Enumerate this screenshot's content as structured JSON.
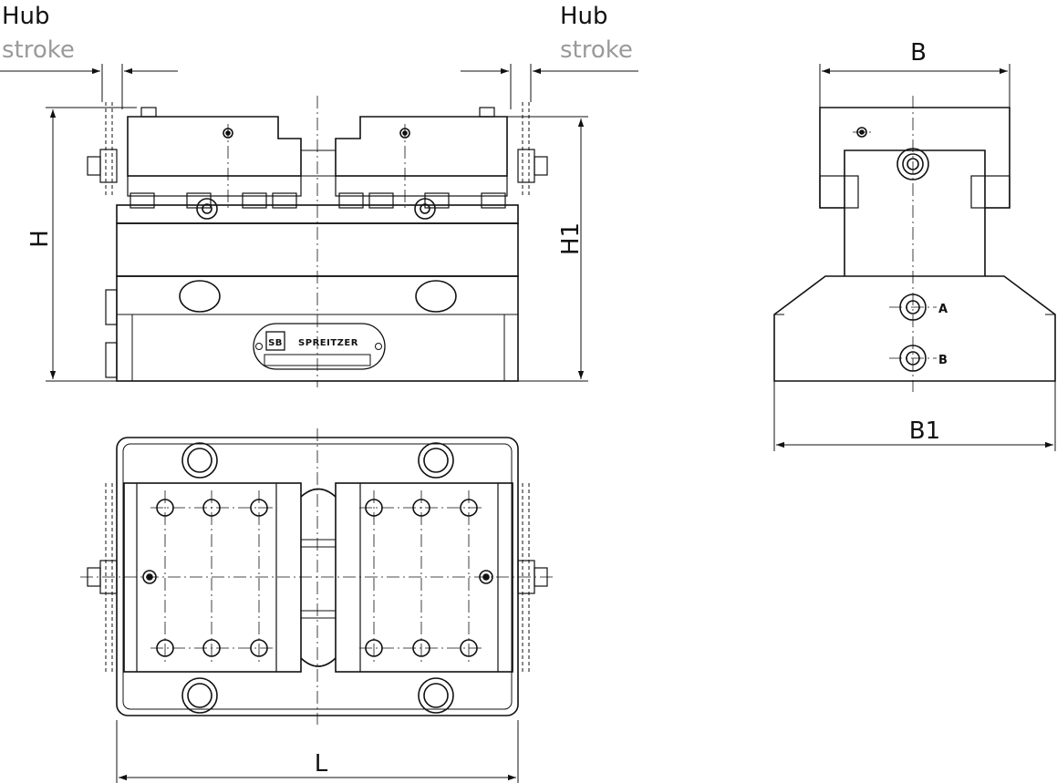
{
  "labels": {
    "hub_left": "Hub",
    "stroke_left": "stroke",
    "hub_right": "Hub",
    "stroke_right": "stroke",
    "dim_H": "H",
    "dim_H1": "H1",
    "dim_L": "L",
    "dim_B": "B",
    "dim_B1": "B1",
    "port_A": "A",
    "port_B": "B",
    "brand_logo": "SB",
    "brand_name": "SPREITZER"
  },
  "colors": {
    "line": "#111111",
    "secondary_text": "#9a9a9a",
    "background": "#ffffff"
  }
}
